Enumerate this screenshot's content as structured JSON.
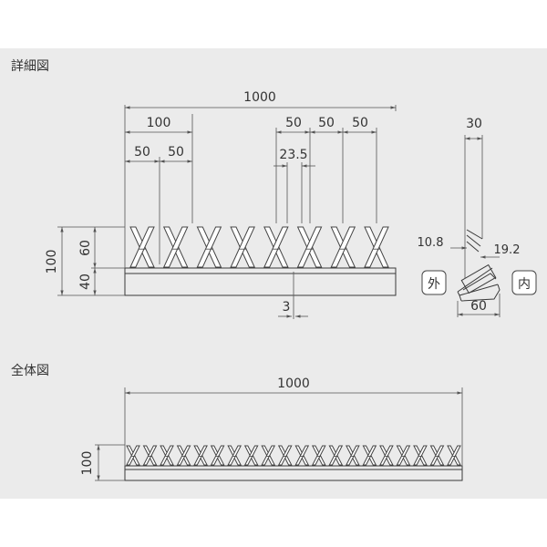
{
  "detail": {
    "title": "詳細図",
    "dim_total": "1000",
    "dim_100": "100",
    "dim_50a": "50",
    "dim_50b": "50",
    "dim_50c": "50",
    "dim_50d": "50",
    "dim_50e": "50",
    "dim_23_5": "23.5",
    "dim_height": "100",
    "dim_60": "60",
    "dim_40": "40",
    "dim_3": "3",
    "spike_count": 8
  },
  "section": {
    "dim_30": "30",
    "dim_10_8": "10.8",
    "dim_19_2": "19.2",
    "dim_60": "60",
    "outside_label": "外",
    "inside_label": "内"
  },
  "overall": {
    "title": "全体図",
    "dim_total": "1000",
    "dim_height": "100",
    "spike_count": 20
  }
}
